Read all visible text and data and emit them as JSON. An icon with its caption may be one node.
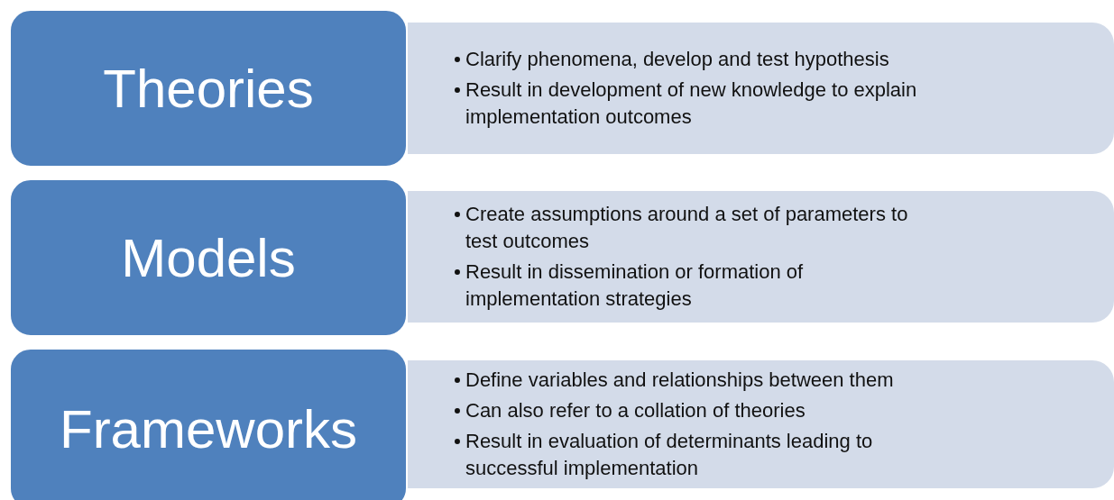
{
  "diagram": {
    "nodes": [
      {
        "text": [
          "Theories"
        ]
      },
      {
        "text": [
          "Clarify phenomena, develop and test hypothesis",
          "Result in development of new knowledge to explain implementation outcomes"
        ]
      },
      {
        "text": [
          "Models"
        ]
      },
      {
        "text": [
          "Create assumptions around a set of parameters to test outcomes",
          "Result in dissemination or formation of implementation strategies"
        ]
      },
      {
        "text": [
          "Frameworks"
        ]
      },
      {
        "text": [
          "Define variables and relationships between them",
          "Can also refer to a collation of theories",
          "Result in evaluation of determinants leading to successful implementation"
        ]
      }
    ]
  }
}
